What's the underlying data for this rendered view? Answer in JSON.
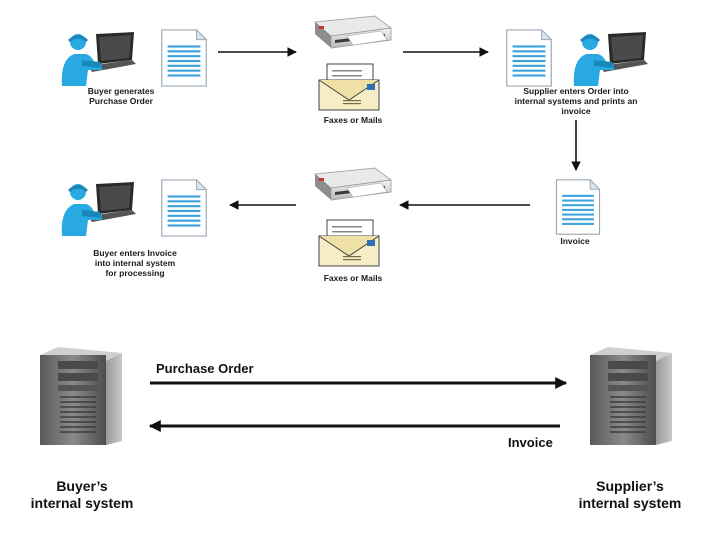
{
  "colors": {
    "person": "#29a9e1",
    "person_dark": "#1b86b8",
    "document_lines": "#3ba3dc",
    "server_body": "#6e6e6e",
    "arrow": "#111111",
    "background": "#ffffff"
  },
  "icons": {
    "person": "person-at-laptop-icon",
    "document": "document-icon",
    "fax": "fax-machine-icon",
    "mail": "mail-envelope-icon",
    "server": "server-tower-icon"
  },
  "top_flow": {
    "buyer_label": [
      "Buyer generates",
      "Purchase Order"
    ],
    "channel_label": "Faxes or Mails",
    "supplier_label": [
      "Supplier enters Order into",
      "internal systems and prints an",
      "invoice"
    ]
  },
  "middle_flow": {
    "invoice_label": "Invoice",
    "channel_label": "Faxes or Mails",
    "buyer_label": [
      "Buyer enters Invoice",
      "into internal system",
      "for processing"
    ]
  },
  "bottom_flow": {
    "forward_label": "Purchase Order",
    "return_label": "Invoice",
    "buyer_system": [
      "Buyer’s",
      "internal system"
    ],
    "supplier_system": [
      "Supplier’s",
      "internal system"
    ]
  }
}
